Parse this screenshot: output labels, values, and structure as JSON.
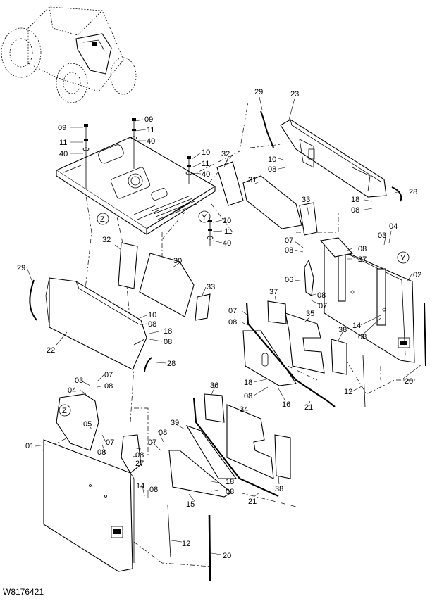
{
  "figure": {
    "code": "W8176421",
    "labels": [
      "09",
      "11",
      "40",
      "09",
      "11",
      "40",
      "10",
      "11",
      "40",
      "10",
      "11",
      "40",
      "32",
      "31",
      "23",
      "29",
      "10",
      "08",
      "18",
      "08",
      "28",
      "33",
      "07",
      "08",
      "08",
      "27",
      "03",
      "04",
      "02",
      "29",
      "32",
      "30",
      "06",
      "08",
      "07",
      "22",
      "10",
      "08",
      "18",
      "08",
      "28",
      "33",
      "37",
      "07",
      "08",
      "35",
      "38",
      "14",
      "08",
      "20",
      "12",
      "18",
      "08",
      "16",
      "21",
      "36",
      "34",
      "03",
      "04",
      "07",
      "08",
      "05",
      "07",
      "08",
      "01",
      "08",
      "07",
      "39",
      "08",
      "27",
      "14",
      "08",
      "15",
      "18",
      "08",
      "21",
      "38",
      "12",
      "20"
    ],
    "view_markers": [
      "Z",
      "Y",
      "Y",
      "Z"
    ]
  }
}
